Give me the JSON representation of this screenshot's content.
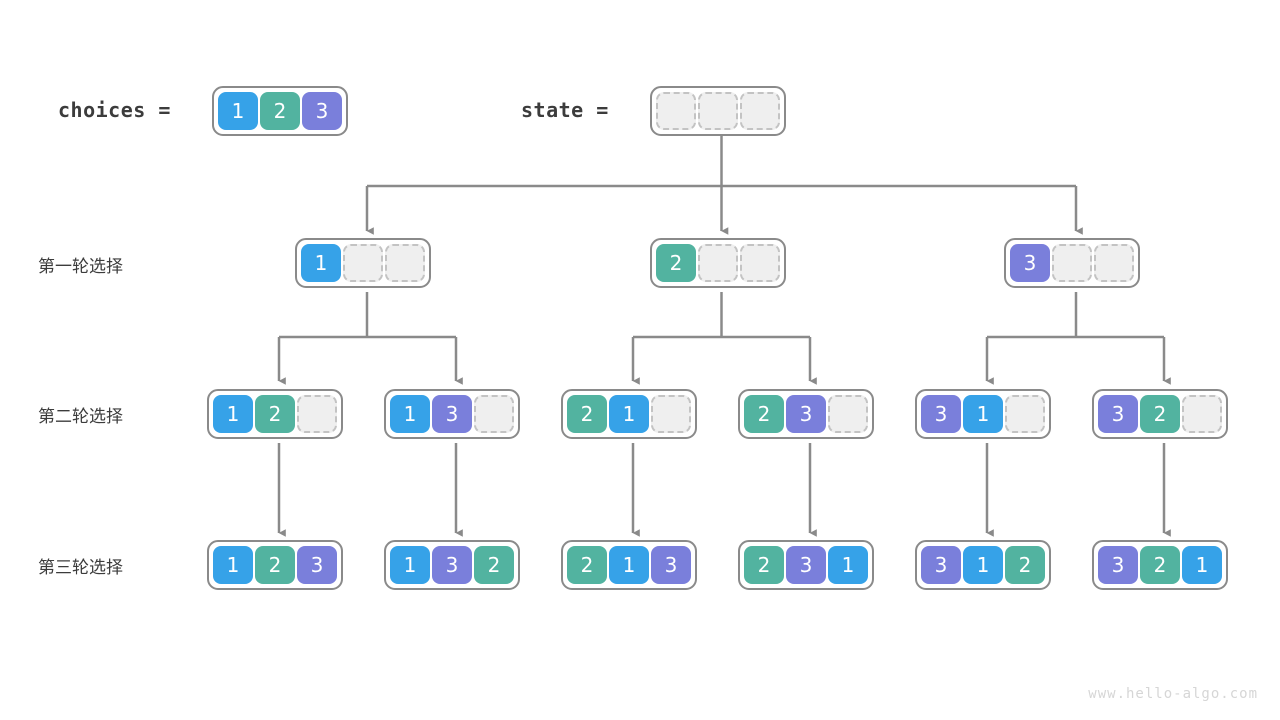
{
  "header": {
    "choices_label": "choices =",
    "choices_values": [
      "1",
      "2",
      "3"
    ],
    "state_label": "state =",
    "state_values": [
      "",
      "",
      ""
    ]
  },
  "row_labels": [
    "第一轮选择",
    "第二轮选择",
    "第三轮选择"
  ],
  "levels": [
    {
      "name": "level-1",
      "nodes": [
        {
          "values": [
            "1",
            "",
            ""
          ]
        },
        {
          "values": [
            "2",
            "",
            ""
          ]
        },
        {
          "values": [
            "3",
            "",
            ""
          ]
        }
      ]
    },
    {
      "name": "level-2",
      "nodes": [
        {
          "values": [
            "1",
            "2",
            ""
          ]
        },
        {
          "values": [
            "1",
            "3",
            ""
          ]
        },
        {
          "values": [
            "2",
            "1",
            ""
          ]
        },
        {
          "values": [
            "2",
            "3",
            ""
          ]
        },
        {
          "values": [
            "3",
            "1",
            ""
          ]
        },
        {
          "values": [
            "3",
            "2",
            ""
          ]
        }
      ]
    },
    {
      "name": "level-3",
      "nodes": [
        {
          "values": [
            "1",
            "2",
            "3"
          ]
        },
        {
          "values": [
            "1",
            "3",
            "2"
          ]
        },
        {
          "values": [
            "2",
            "1",
            "3"
          ]
        },
        {
          "values": [
            "2",
            "3",
            "1"
          ]
        },
        {
          "values": [
            "3",
            "1",
            "2"
          ]
        },
        {
          "values": [
            "3",
            "2",
            "1"
          ]
        }
      ]
    }
  ],
  "colors": {
    "value_1": "#36a2e8",
    "value_2": "#52b3a0",
    "value_3": "#7a7fdb",
    "empty_fill": "#efefef",
    "empty_border": "#c3c3c3",
    "container_border": "#8a8a8a",
    "edge": "#8a8a8a",
    "text": "#3c3c3c",
    "watermark": "#d6d6d6"
  },
  "watermark": "www.hello-algo.com"
}
